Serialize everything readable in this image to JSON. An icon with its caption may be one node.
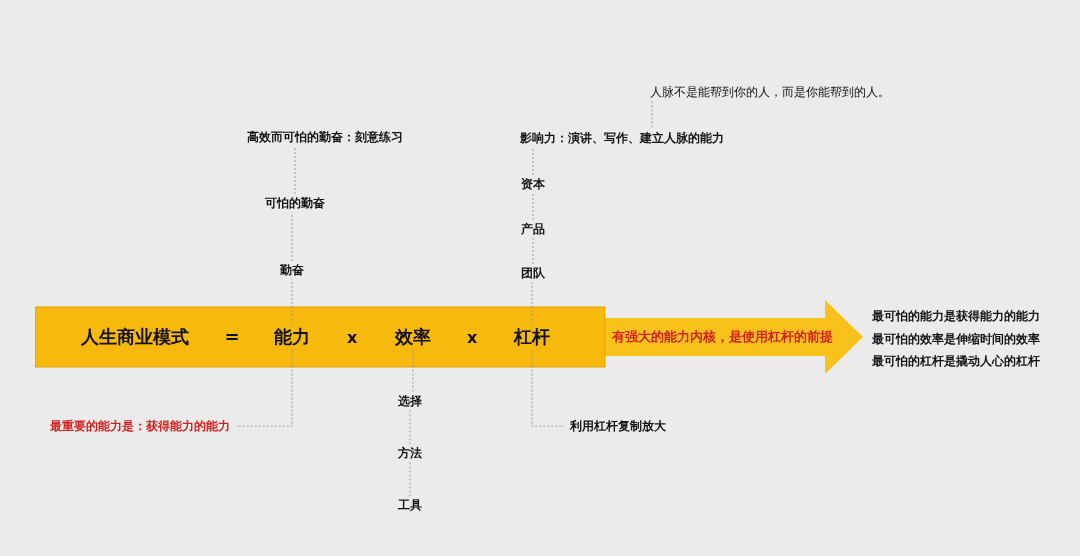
{
  "diagram": {
    "nodes": [
      {
        "text": [
          "有强大的能力内核，是使用杠杆的前提"
        ]
      },
      {
        "text": [
          "人生商业模式"
        ],
        "in": 0
      },
      {
        "text": [
          "能力"
        ],
        "in": 0
      },
      {
        "text": [
          "效率"
        ],
        "in": 0
      },
      {
        "text": [
          "杠杆"
        ],
        "in": 0
      },
      {
        "text": [
          "勤奋"
        ]
      },
      {
        "text": [
          "可怕的勤奋"
        ]
      },
      {
        "text": [
          "高效而可怕的勤奋：刻意练习"
        ]
      },
      {
        "text": [
          "最重要的能力是：获得能力的能力"
        ]
      },
      {
        "text": [
          "选择"
        ]
      },
      {
        "text": [
          "方法"
        ]
      },
      {
        "text": [
          "工具"
        ]
      },
      {
        "text": [
          "团队"
        ]
      },
      {
        "text": [
          "产品"
        ]
      },
      {
        "text": [
          "资本"
        ]
      },
      {
        "text": [
          "影响力：演讲、写作、建立人脉的能力"
        ]
      },
      {
        "text": [
          "人脉不是能帮到你的人，而是你能帮到的人。"
        ]
      },
      {
        "text": [
          "利用杠杆复制放大"
        ]
      }
    ],
    "edges": [
      {
        "from": 2,
        "to": 5,
        "arrow": "none"
      },
      {
        "from": 5,
        "to": 6,
        "arrow": "none"
      },
      {
        "from": 6,
        "to": 7,
        "arrow": "none"
      },
      {
        "from": 2,
        "to": 8,
        "arrow": "none"
      },
      {
        "from": 3,
        "to": 9,
        "arrow": "none"
      },
      {
        "from": 9,
        "to": 10,
        "arrow": "none"
      },
      {
        "from": 10,
        "to": 11,
        "arrow": "none"
      },
      {
        "from": 4,
        "to": 12,
        "arrow": "none"
      },
      {
        "from": 12,
        "to": 13,
        "arrow": "none"
      },
      {
        "from": 13,
        "to": 14,
        "arrow": "none"
      },
      {
        "from": 14,
        "to": 15,
        "arrow": "none"
      },
      {
        "from": 16,
        "to": 15,
        "arrow": "none"
      },
      {
        "from": 4,
        "to": 17,
        "arrow": "none"
      }
    ],
    "labels": [
      "=",
      "x",
      "x",
      "最可怕的能力是获得能力的能力",
      "最可怕的效率是伸缩时间的效率",
      "最可怕的杠杆是撬动人心的杠杆"
    ]
  }
}
